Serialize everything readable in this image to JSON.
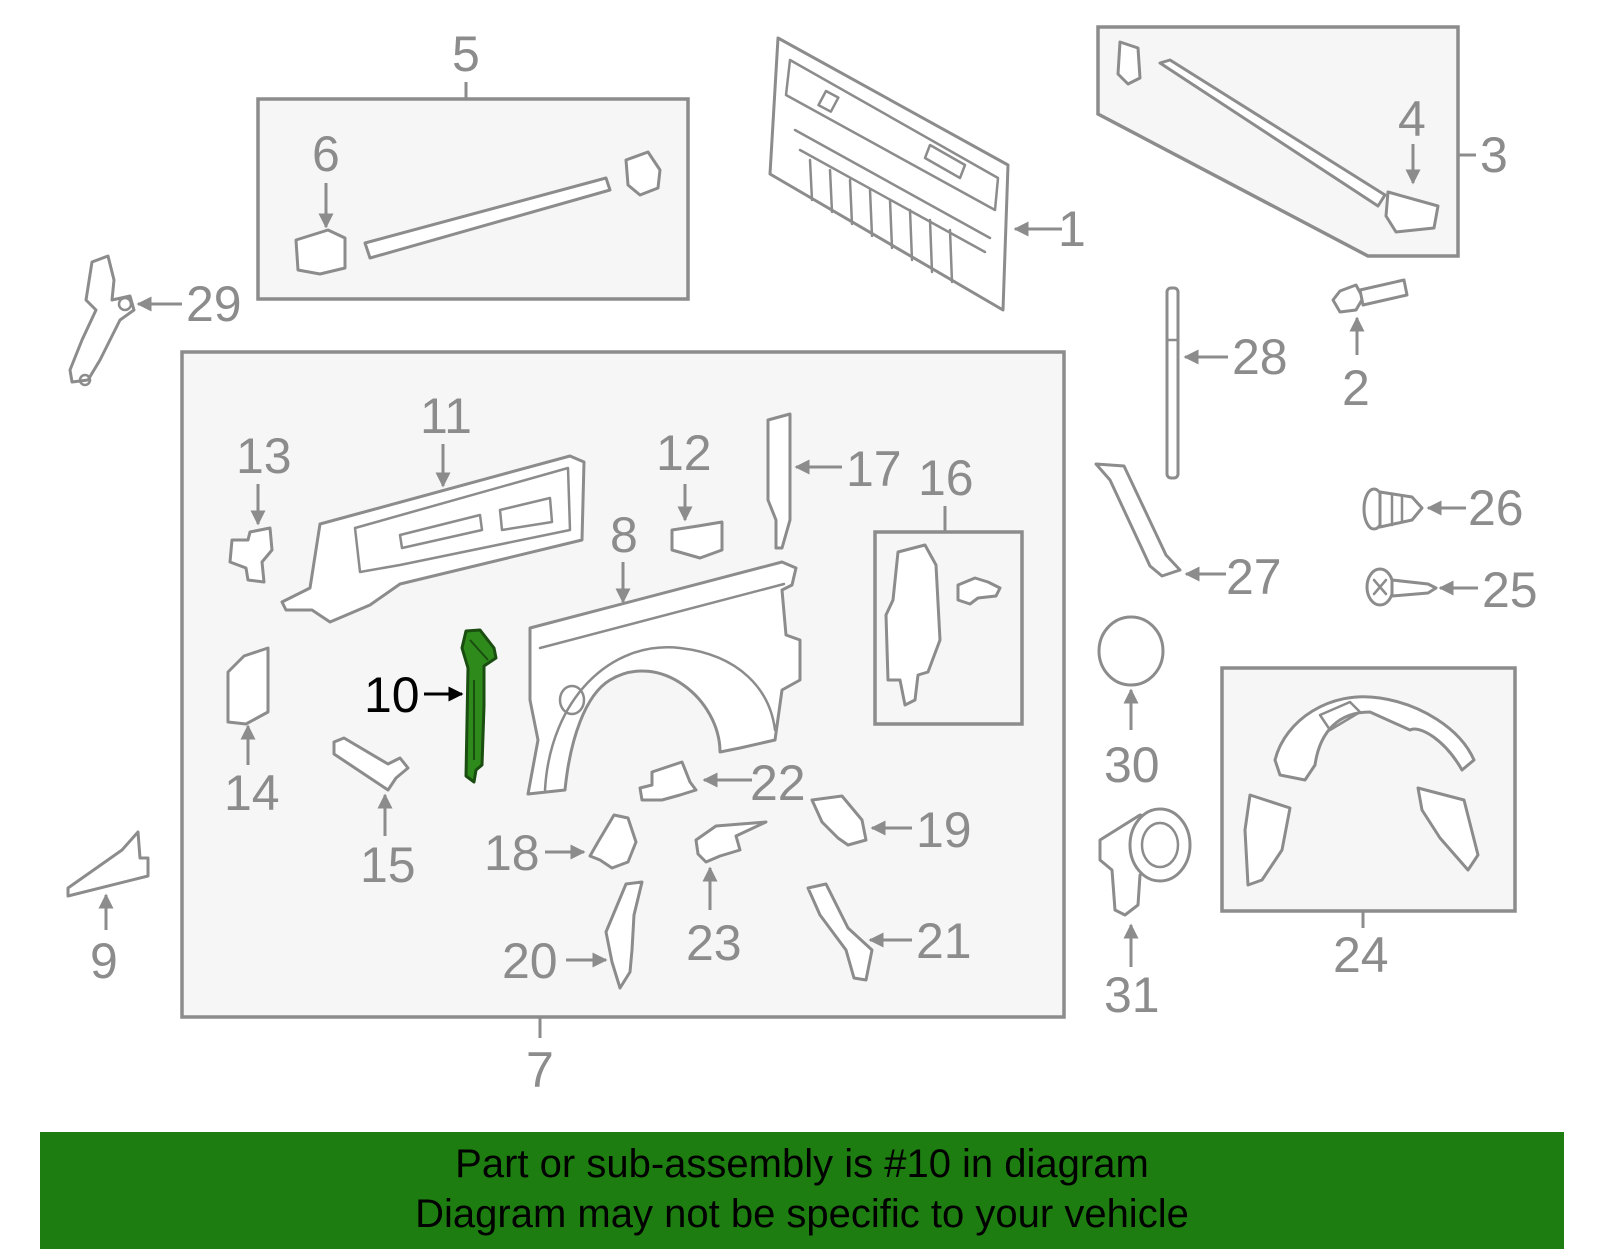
{
  "diagram": {
    "highlighted_callout": "10",
    "highlight_color": "#2f8a1c",
    "line_color": "#8c8c8c",
    "callouts": {
      "c1": "1",
      "c2": "2",
      "c3": "3",
      "c4": "4",
      "c5": "5",
      "c6": "6",
      "c7": "7",
      "c8": "8",
      "c9": "9",
      "c10": "10",
      "c11": "11",
      "c12": "12",
      "c13": "13",
      "c14": "14",
      "c15": "15",
      "c16": "16",
      "c17": "17",
      "c18": "18",
      "c19": "19",
      "c20": "20",
      "c21": "21",
      "c22": "22",
      "c23": "23",
      "c24": "24",
      "c25": "25",
      "c26": "26",
      "c27": "27",
      "c28": "28",
      "c29": "29",
      "c30": "30",
      "c31": "31"
    }
  },
  "banner": {
    "line1": "Part or sub-assembly is #10 in diagram",
    "line2": "Diagram may not be specific to your vehicle",
    "background": "#1e7d10"
  }
}
